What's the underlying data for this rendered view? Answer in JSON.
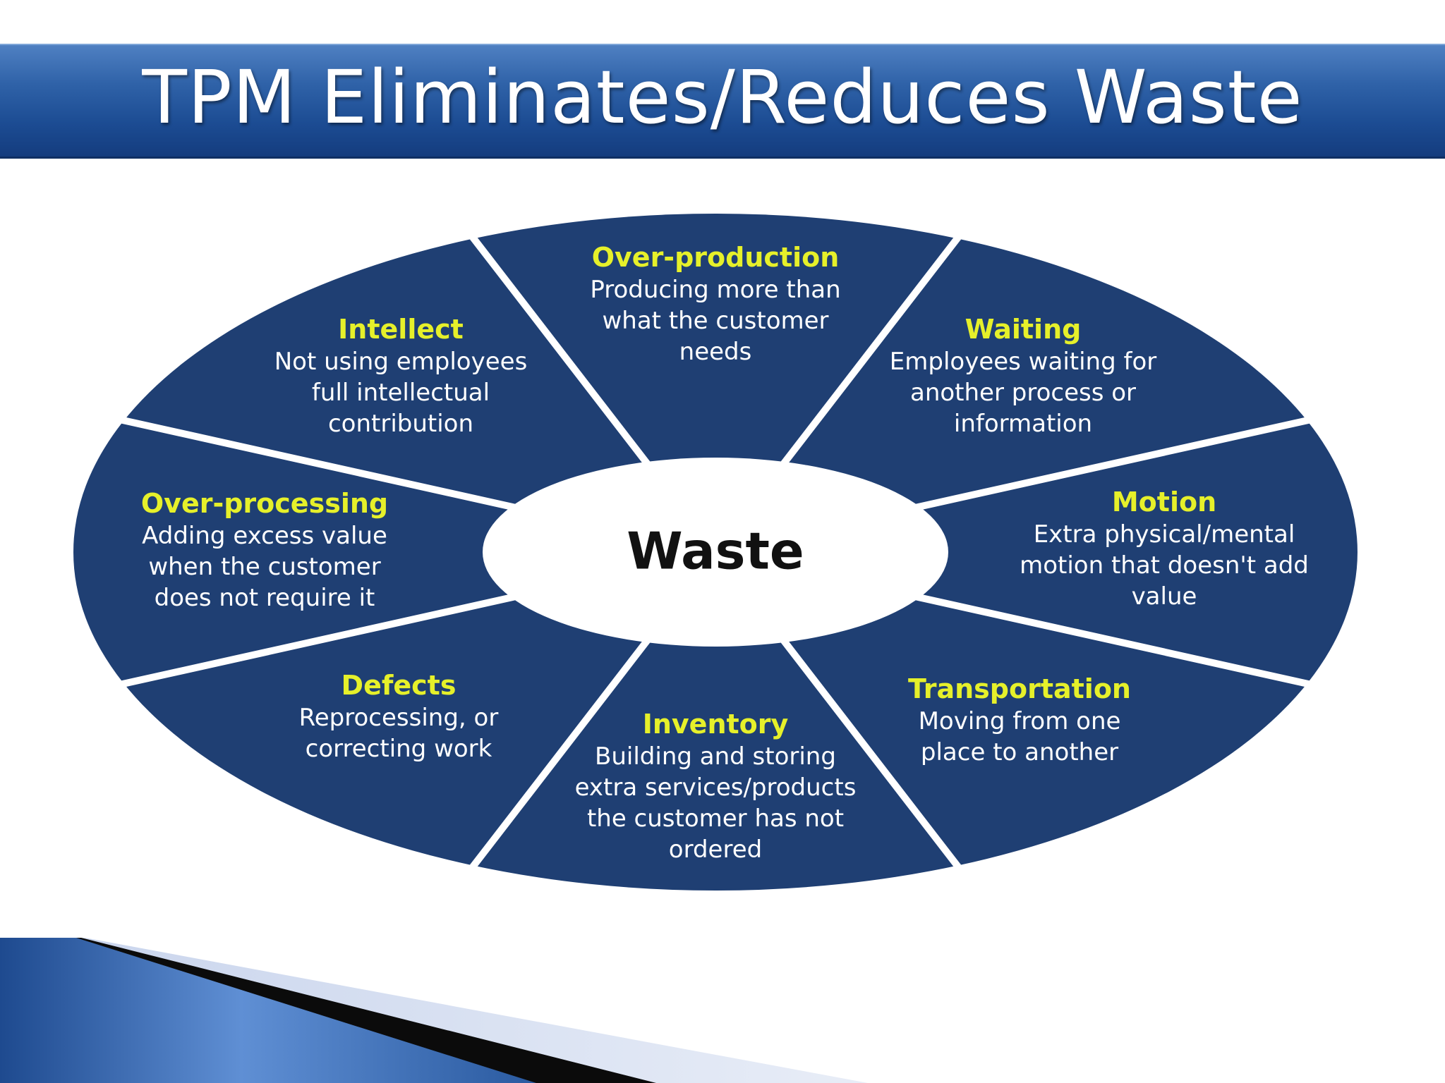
{
  "slide": {
    "title": "TPM Eliminates/Reduces Waste"
  },
  "colors": {
    "header_blue": "#1c4c93",
    "wheel_blue": "#1f3f73",
    "segment_title": "#e6f02a",
    "segment_text": "#ffffff",
    "hub_fill": "#ffffff",
    "hub_text": "#111111"
  },
  "diagram": {
    "center": "Waste",
    "segments": [
      {
        "id": "over-production",
        "title": "Over-production",
        "lines": [
          "Producing more than",
          "what the customer",
          "needs"
        ]
      },
      {
        "id": "waiting",
        "title": "Waiting",
        "lines": [
          "Employees waiting for",
          "another process or",
          "information"
        ]
      },
      {
        "id": "motion",
        "title": "Motion",
        "lines": [
          "Extra physical/mental",
          "motion that doesn't add",
          "value"
        ]
      },
      {
        "id": "transportation",
        "title": "Transportation",
        "lines": [
          "Moving from one",
          "place to another"
        ]
      },
      {
        "id": "inventory",
        "title": "Inventory",
        "lines": [
          "Building and storing",
          "extra services/products",
          "the customer has not",
          "ordered"
        ]
      },
      {
        "id": "defects",
        "title": "Defects",
        "lines": [
          "Reprocessing, or",
          "correcting work"
        ]
      },
      {
        "id": "over-processing",
        "title": "Over-processing",
        "lines": [
          "Adding excess value",
          "when the customer",
          "does not require it"
        ]
      },
      {
        "id": "intellect",
        "title": "Intellect",
        "lines": [
          "Not using employees",
          "full intellectual",
          "contribution"
        ]
      }
    ]
  }
}
